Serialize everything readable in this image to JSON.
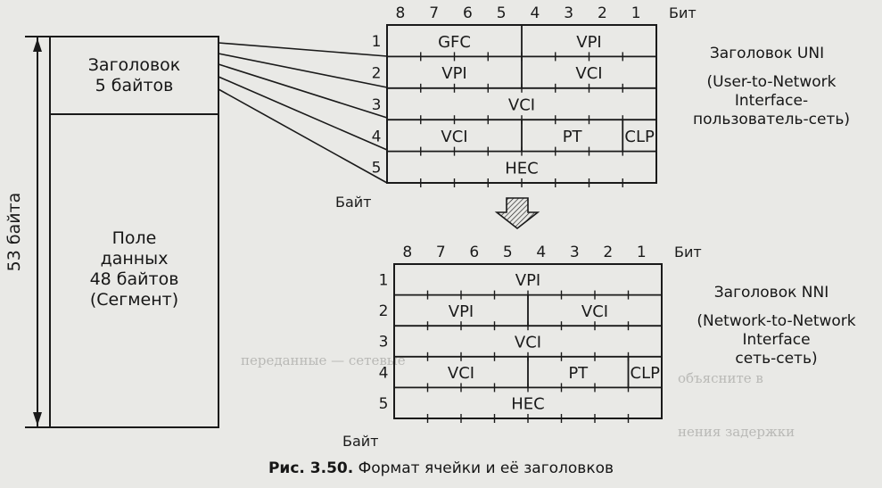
{
  "cell": {
    "header_label": "Заголовок\n5 байтов",
    "payload_label": "Поле\nданных\n48 байтов\n(Сегмент)",
    "total_label": "53 байта"
  },
  "uni": {
    "bit_numbers": [
      "8",
      "7",
      "6",
      "5",
      "4",
      "3",
      "2",
      "1"
    ],
    "bit_label": "Бит",
    "byte_label": "Байт",
    "title": "Заголовок UNI",
    "description": "(User-to-Network\nInterface-\nпользователь-сеть)",
    "rows": [
      {
        "num": "1",
        "fields": [
          {
            "name": "GFC",
            "bits": 4
          },
          {
            "name": "VPI",
            "bits": 4
          }
        ]
      },
      {
        "num": "2",
        "fields": [
          {
            "name": "VPI",
            "bits": 4
          },
          {
            "name": "VCI",
            "bits": 4
          }
        ]
      },
      {
        "num": "3",
        "fields": [
          {
            "name": "VCI",
            "bits": 8
          }
        ]
      },
      {
        "num": "4",
        "fields": [
          {
            "name": "VCI",
            "bits": 4
          },
          {
            "name": "PT",
            "bits": 3
          },
          {
            "name": "CLP",
            "bits": 1
          }
        ]
      },
      {
        "num": "5",
        "fields": [
          {
            "name": "HEC",
            "bits": 8
          }
        ]
      }
    ]
  },
  "nni": {
    "bit_numbers": [
      "8",
      "7",
      "6",
      "5",
      "4",
      "3",
      "2",
      "1"
    ],
    "bit_label": "Бит",
    "byte_label": "Байт",
    "title": "Заголовок NNI",
    "description": "(Network-to-Network\nInterface\nсеть-сеть)",
    "rows": [
      {
        "num": "1",
        "fields": [
          {
            "name": "VPI",
            "bits": 8
          }
        ]
      },
      {
        "num": "2",
        "fields": [
          {
            "name": "VPI",
            "bits": 4
          },
          {
            "name": "VCI",
            "bits": 4
          }
        ]
      },
      {
        "num": "3",
        "fields": [
          {
            "name": "VCI",
            "bits": 8
          }
        ]
      },
      {
        "num": "4",
        "fields": [
          {
            "name": "VCI",
            "bits": 4
          },
          {
            "name": "PT",
            "bits": 3
          },
          {
            "name": "CLP",
            "bits": 1
          }
        ]
      },
      {
        "num": "5",
        "fields": [
          {
            "name": "HEC",
            "bits": 8
          }
        ]
      }
    ]
  },
  "caption": {
    "prefix": "Рис. 3.50.",
    "text": " Формат ячейки и её заголовков"
  }
}
